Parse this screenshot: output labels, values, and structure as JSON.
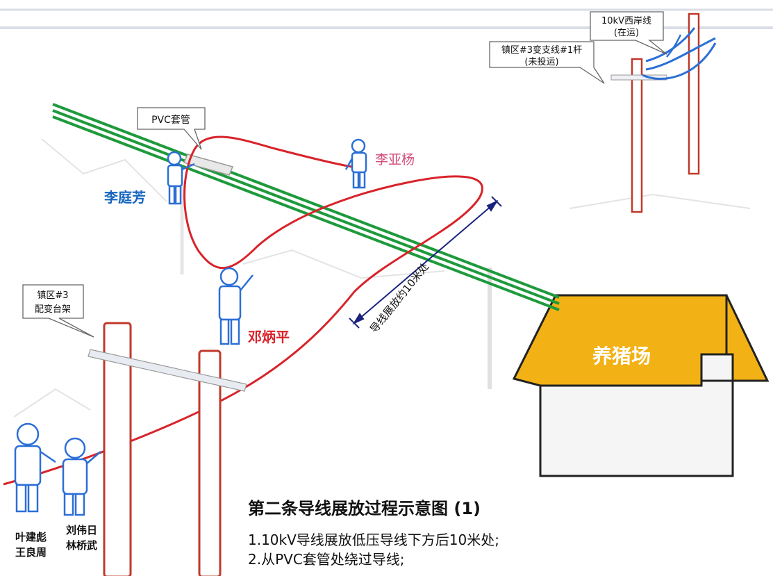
{
  "labels": {
    "pvc_sleeve": "PVC套管",
    "westbank_line_1": "10kV西岸线",
    "westbank_line_2": "(在运)",
    "branch_pole_1": "镇区#3变支线#1杆",
    "branch_pole_2": "(未投运)",
    "transformer_1": "镇区#3",
    "transformer_2": "配变台架",
    "span_measure": "导线展放约10米处",
    "pig_farm": "养猪场"
  },
  "workers": {
    "li_tingfang": "李庭芳",
    "li_yayang": "李亚杨",
    "deng_bingping": "邓炳平",
    "ye_jianbiao": "叶建彪",
    "wang_liangzhou": "王良周",
    "liu_weiri": "刘伟日",
    "lin_qiaowu": "林桥武"
  },
  "caption": {
    "title": "第二条导线展放过程示意图 (1)",
    "step_1": "1.10kV导线展放低压导线下方后10米处;",
    "step_2": "2.从PVC套管处绕过导线;"
  },
  "colors": {
    "red_line": "#d8232a",
    "green_line": "#1e9a3c",
    "blue_text": "#1565c0",
    "pink_text": "#d24a7a",
    "figure_blue": "#2b6fd6",
    "roof": "#f2b114",
    "pole": "#c0392b"
  }
}
